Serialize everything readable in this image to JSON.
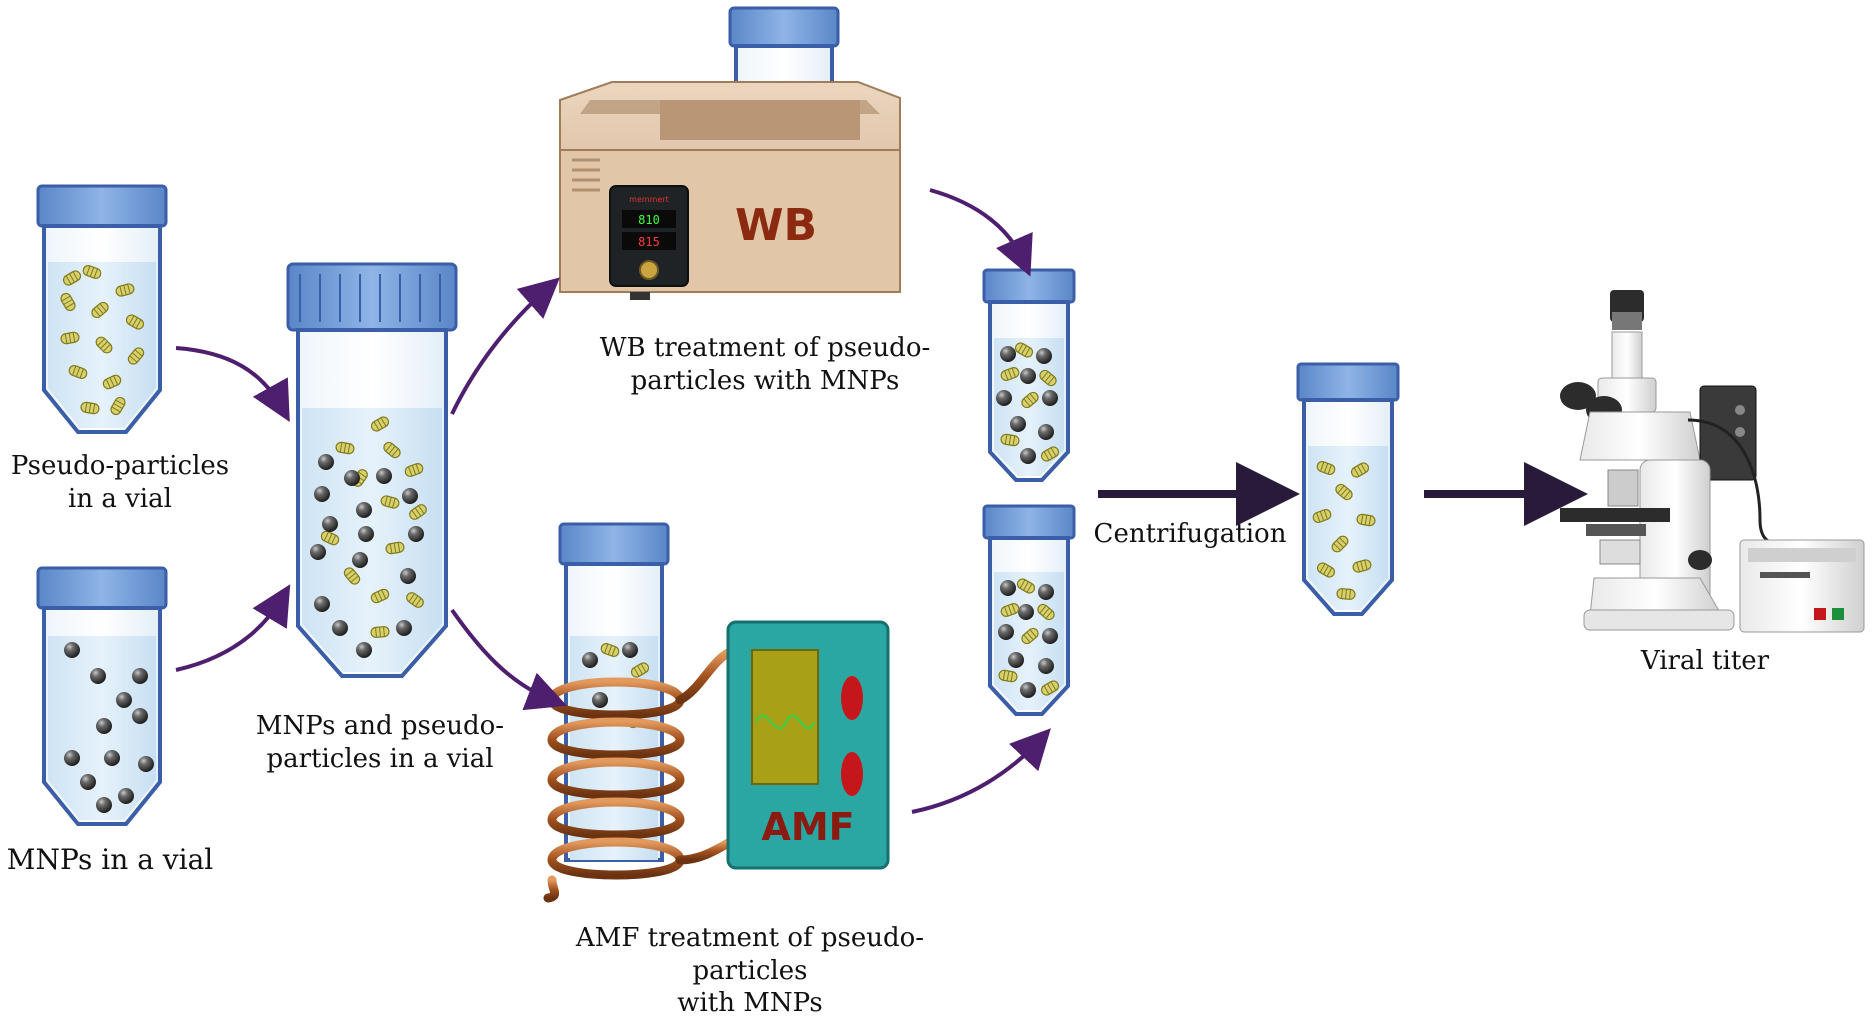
{
  "labels": {
    "pseudo_vial": [
      "Pseudo-particles",
      "in a vial"
    ],
    "mnp_vial": [
      "MNPs in a vial"
    ],
    "mixed_vial": [
      "MNPs and pseudo-",
      "particles in a vial"
    ],
    "wb_treatment": [
      "WB treatment of pseudo-",
      "particles with MNPs"
    ],
    "amf_treatment": [
      "AMF treatment of pseudo-particles",
      "with MNPs"
    ],
    "centrifugation": [
      "Centrifugation"
    ],
    "viral_titer": [
      "Viral titer"
    ]
  },
  "devices": {
    "water_bath_label": "WB",
    "water_bath_brand": "memmert",
    "water_bath_display_top": "810",
    "water_bath_display_bottom": "815",
    "amf_label": "AMF"
  },
  "colors": {
    "vial_cap": "#6f9bd9",
    "vial_outline": "#3b5ea8",
    "liquid": "#d7e9f7",
    "mnp_sphere": "#3a3a3a",
    "pseudo_particle": "#c9c35a",
    "curved_arrow": "#4e1f6e",
    "straight_arrow": "#2a1a3a",
    "coil": "#b3622a",
    "amf_box": "#2aa7a3",
    "wb_body": "#d9b99b",
    "wb_text": "#8b2a10",
    "amf_text": "#8b1a10"
  }
}
